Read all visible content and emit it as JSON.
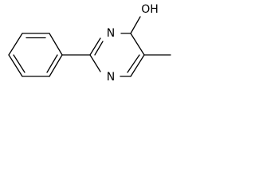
{
  "molecule": {
    "atom_labels": {
      "n_upper": "N",
      "n_lower": "N",
      "hydroxyl": "OH"
    }
  },
  "colors": {
    "bond": "#000000",
    "text": "#000000",
    "background": "#ffffff"
  }
}
